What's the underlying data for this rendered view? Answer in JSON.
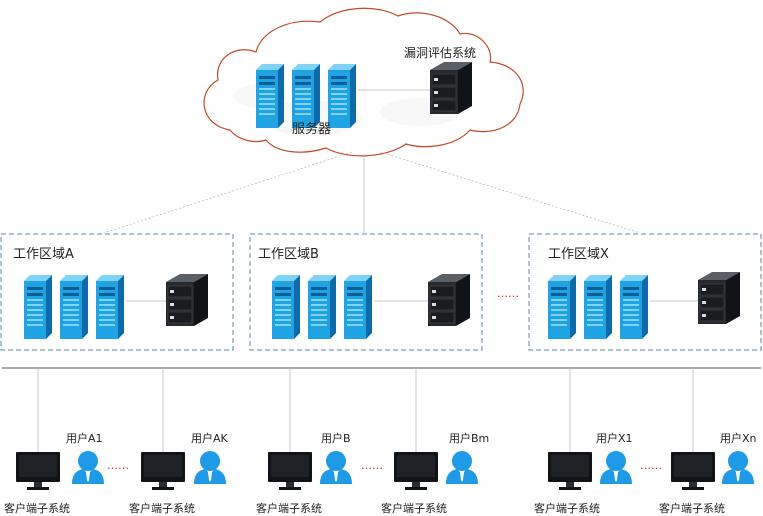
{
  "colors": {
    "cloud_outline": "#c44a2b",
    "server_blue": "#1fa3e3",
    "box_border": "#5b87ad",
    "person_blue": "#1e9ae6",
    "dots_red": "#d12a1a"
  },
  "cloud": {
    "servers_label": "服务器",
    "scanner_label": "漏洞评估系统"
  },
  "zones": [
    {
      "title": "工作区域A"
    },
    {
      "title": "工作区域B"
    },
    {
      "title": "工作区域X"
    }
  ],
  "zone_gap_dots": "……",
  "clients": [
    {
      "user": "用户A1",
      "system": "客户端子系统"
    },
    {
      "user": "用户AK",
      "system": "客户端子系统"
    },
    {
      "user": "用户B",
      "system": "客户端子系统"
    },
    {
      "user": "用户Bm",
      "system": "客户端子系统"
    },
    {
      "user": "用户X1",
      "system": "客户端子系统"
    },
    {
      "user": "用户Xn",
      "system": "客户端子系统"
    }
  ],
  "client_gap_dots": [
    "……",
    "……",
    "……"
  ],
  "icons": {
    "server": "server-tower-icon",
    "scanner": "rack-server-icon",
    "monitor": "monitor-icon",
    "user": "person-icon"
  }
}
